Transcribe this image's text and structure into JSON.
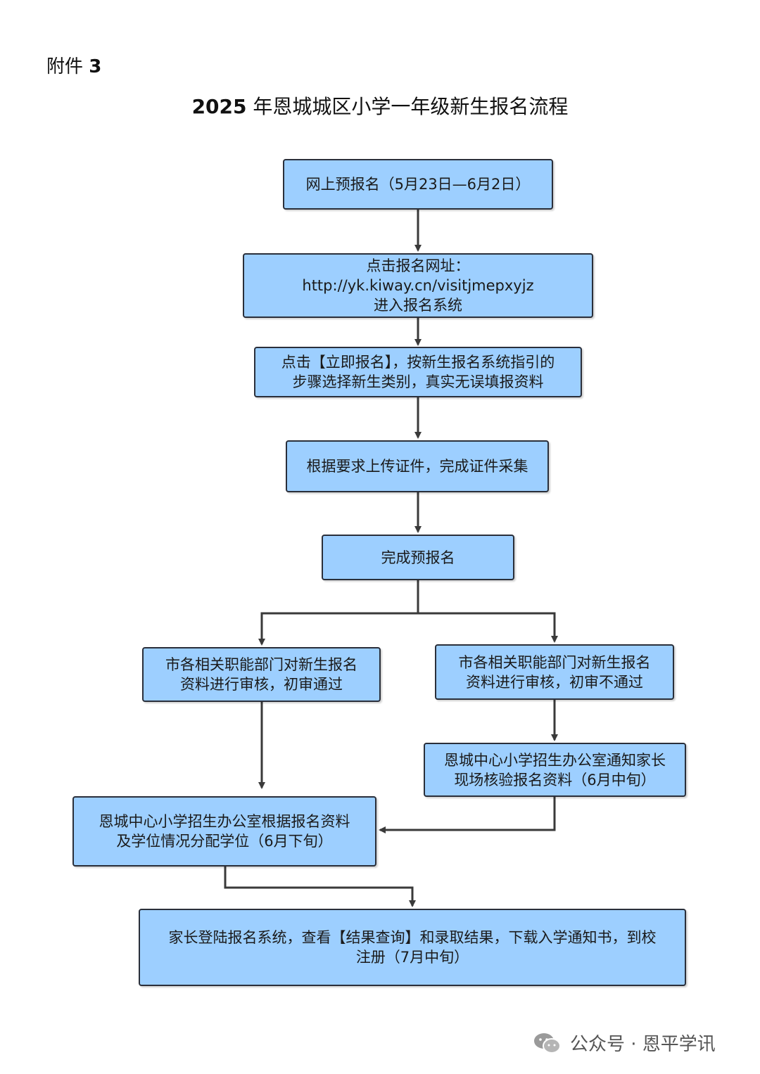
{
  "header": {
    "attachment_prefix": "附件",
    "attachment_number": "3",
    "title_year": "2025",
    "title_text": "年恩城城区小学一年级新生报名流程"
  },
  "steps": {
    "online_prereg": [
      "网上预报名（5月23日—6月2日）"
    ],
    "visit_url": [
      "点击报名网址：",
      "http://yk.kiway.cn/visitjmepxyjz",
      "进入报名系统"
    ],
    "click_register": [
      "点击【立即报名】，按新生报名系统指引的",
      "步骤选择新生类别，真实无误填报资料"
    ],
    "upload_docs": [
      "根据要求上传证件，完成证件采集"
    ],
    "complete_prereg": [
      "完成预报名"
    ],
    "review_pass": [
      "市各相关职能部门对新生报名",
      "资料进行审核，初审通过"
    ],
    "review_fail": [
      "市各相关职能部门对新生报名",
      "资料进行审核，初审不通过"
    ],
    "onsite_verify": [
      "恩城中心小学招生办公室通知家长",
      "现场核验报名资料（6月中旬）"
    ],
    "assign_seat": [
      "恩城中心小学招生办公室根据报名资料",
      "及学位情况分配学位（6月下旬）"
    ],
    "check_result": [
      "家长登陆报名系统，查看【结果查询】和录取结果，下载入学通知书，到校",
      "注册（7月中旬）"
    ]
  },
  "watermark": {
    "icon": "wechat-icon",
    "text": "公众号 · 恩平学讯"
  },
  "colors": {
    "box_fill": "#9dcfff",
    "box_border": "#2a2f3a",
    "arrow": "#3a3a3a"
  }
}
